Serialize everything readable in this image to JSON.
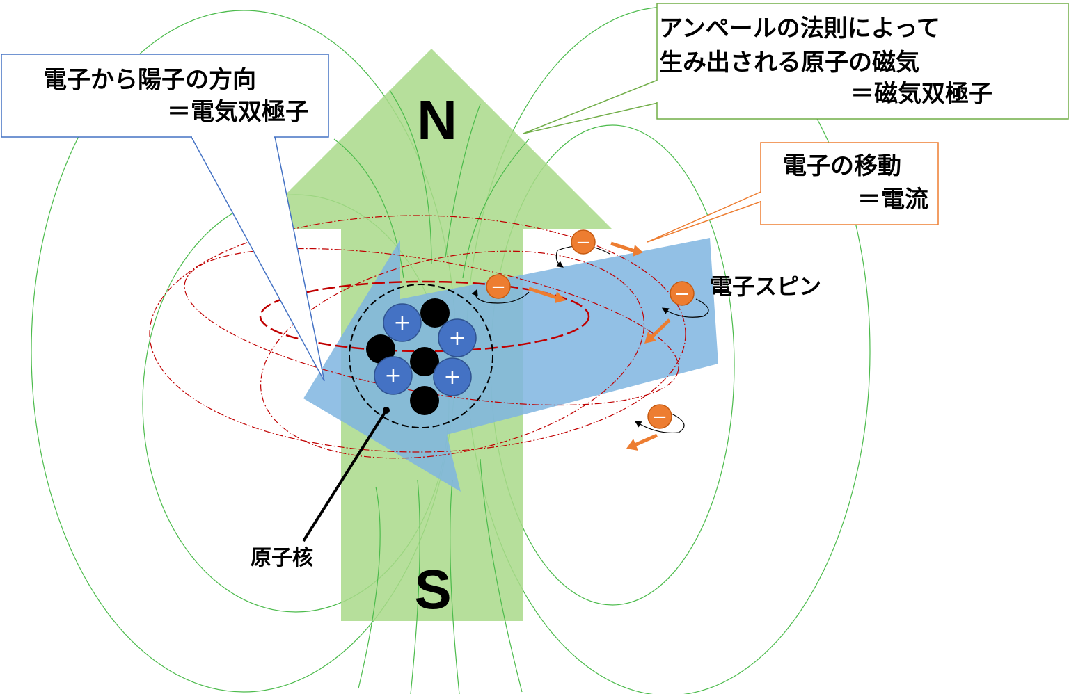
{
  "diagram": {
    "pole_north": "N",
    "pole_south": "S",
    "callout_dipole_electric": {
      "line1": "電子から陽子の方向",
      "line2": "＝電気双極子"
    },
    "callout_ampere": {
      "line1": "アンペールの法則によって",
      "line2": "生み出される原子の磁気",
      "line3": "＝磁気双極子"
    },
    "callout_current": {
      "line1": "電子の移動",
      "line2": "＝電流"
    },
    "label_spin": "電子スピン",
    "label_nucleus": "原子核",
    "proton_symbol": "+",
    "electron_symbol": "−"
  },
  "colors": {
    "field_line": "#4cbb4c",
    "magnet_arrow": "#a9d98a",
    "dipole_arrow": "#7fb5e0",
    "proton": "#4472c4",
    "neutron": "#000000",
    "electron": "#ed7d31",
    "orbit": "#c00000",
    "callout_blue": "#4472c4",
    "callout_green": "#70ad47",
    "callout_orange": "#ed7d31"
  }
}
